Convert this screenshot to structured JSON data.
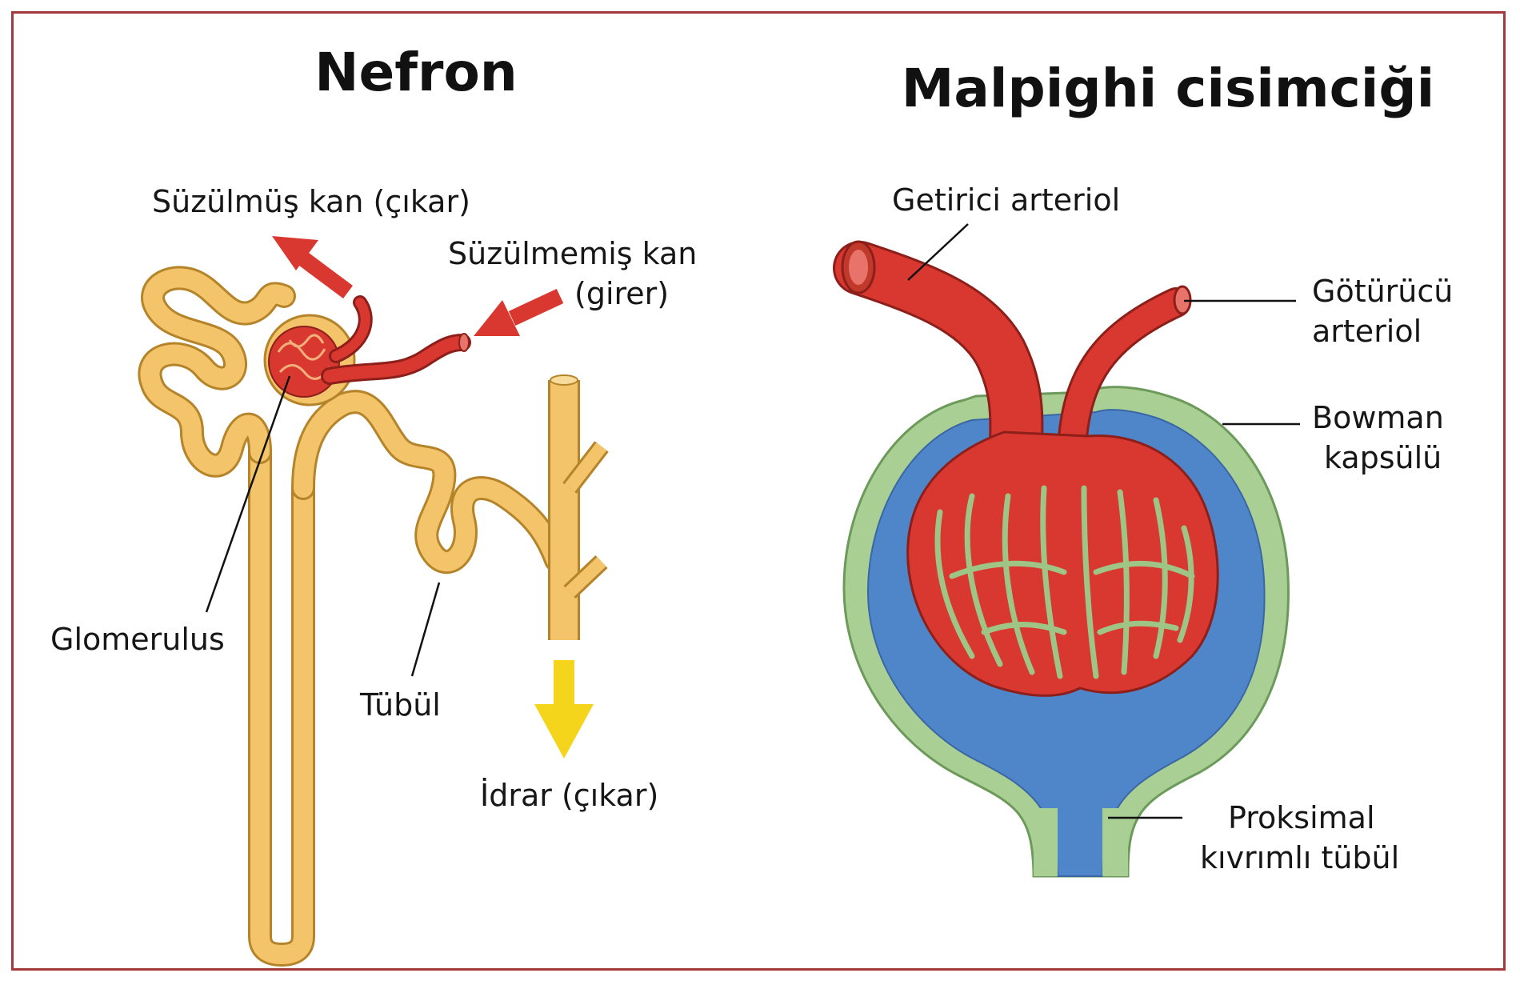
{
  "nephron": {
    "title": "Nefron",
    "label_filtered_blood": "Süzülmüş kan (çıkar)",
    "label_unfiltered_blood_line1": "Süzülmemiş kan",
    "label_unfiltered_blood_line2": "(girer)",
    "label_glomerulus": "Glomerulus",
    "label_tubule": "Tübül",
    "label_urine": "İdrar (çıkar)"
  },
  "corpuscle": {
    "title": "Malpighi cisimciği",
    "label_afferent": "Getirici arteriol",
    "label_efferent_line1": "Götürücü",
    "label_efferent_line2": "arteriol",
    "label_bowman_line1": "Bowman",
    "label_bowman_line2": "kapsülü",
    "label_pct_line1": "Proksimal",
    "label_pct_line2": "kıvrımlı tübül"
  },
  "colors": {
    "frame": "#a3393a",
    "tubule": "#f3c46a",
    "vessel": "#d8382f",
    "capsule_outer": "#a9cf95",
    "capsule_space": "#4f86c9",
    "urine_arrow": "#f5d51b"
  }
}
